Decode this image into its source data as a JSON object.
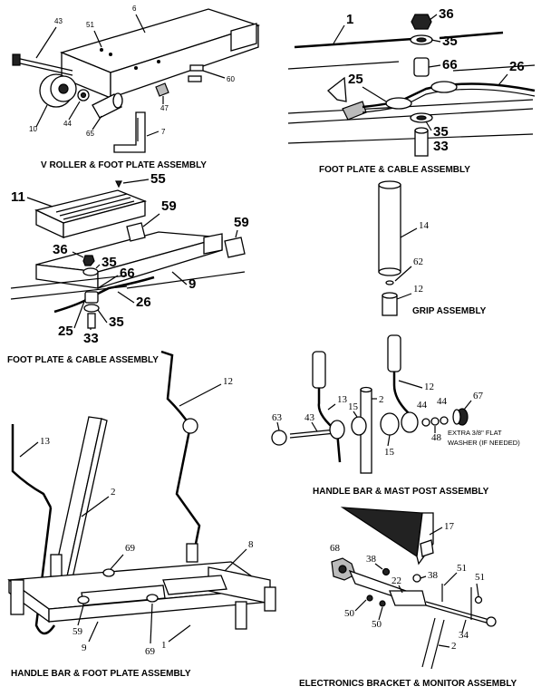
{
  "titles": {
    "v_roller": "V ROLLER & FOOT PLATE ASSEMBLY",
    "foot_cable_right": "FOOT PLATE & CABLE ASSEMBLY",
    "grip": "GRIP ASSEMBLY",
    "foot_cable_left": "FOOT PLATE & CABLE ASSEMBLY",
    "handle_mast": "HANDLE BAR & MAST POST ASSEMBLY",
    "handle_foot": "HANDLE BAR & FOOT PLATE ASSEMBLY",
    "electronics": "ELECTRONICS BRACKET & MONITOR ASSEMBLY"
  },
  "note": {
    "line1": "EXTRA 3/8\" FLAT",
    "line2": "WASHER (IF NEEDED)"
  },
  "callouts": {
    "vroller": [
      "43",
      "51",
      "6",
      "60",
      "10",
      "44",
      "65",
      "47",
      "7"
    ],
    "cable_right": [
      "1",
      "36",
      "35",
      "66",
      "26",
      "25",
      "35",
      "33"
    ],
    "plate_left": [
      "55",
      "11",
      "59",
      "59",
      "36",
      "35",
      "66",
      "9",
      "26",
      "35",
      "25",
      "33"
    ],
    "grip": [
      "14",
      "62",
      "12"
    ],
    "mast": [
      "12",
      "67",
      "13",
      "2",
      "44",
      "44",
      "63",
      "43",
      "15",
      "15",
      "48"
    ],
    "frame": [
      "12",
      "13",
      "2",
      "8",
      "69",
      "59",
      "9",
      "69",
      "1"
    ],
    "electronics": [
      "17",
      "68",
      "38",
      "38",
      "22",
      "51",
      "51",
      "50",
      "50",
      "34",
      "2"
    ]
  }
}
